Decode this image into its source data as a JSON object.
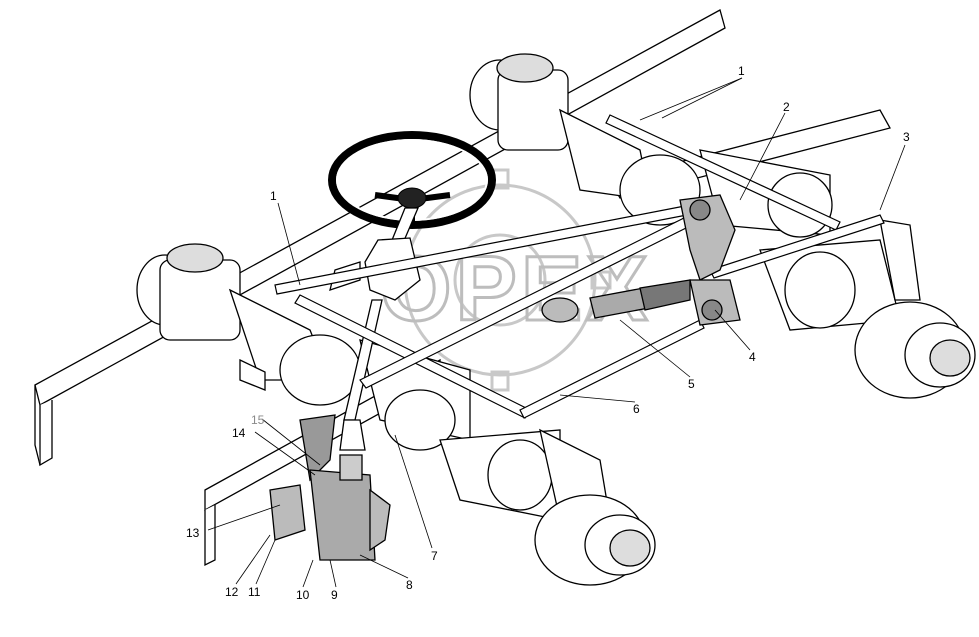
{
  "callouts": [
    {
      "id": "c1a",
      "text": "1"
    },
    {
      "id": "c1b",
      "text": "1"
    },
    {
      "id": "c2",
      "text": "2"
    },
    {
      "id": "c3",
      "text": "3"
    },
    {
      "id": "c4",
      "text": "4"
    },
    {
      "id": "c5",
      "text": "5"
    },
    {
      "id": "c6",
      "text": "6"
    },
    {
      "id": "c7",
      "text": "7"
    },
    {
      "id": "c8",
      "text": "8"
    },
    {
      "id": "c9",
      "text": "9"
    },
    {
      "id": "c10",
      "text": "10"
    },
    {
      "id": "c11",
      "text": "11"
    },
    {
      "id": "c12",
      "text": "12"
    },
    {
      "id": "c13",
      "text": "13"
    },
    {
      "id": "c14",
      "text": "14"
    },
    {
      "id": "c15",
      "text": "15"
    }
  ],
  "watermark": {
    "text": "OPEX"
  },
  "colors": {
    "line": "#000000",
    "shade": "#9a9a9a",
    "watermark": "#bdbdbd",
    "callout_gray": "#8a8a8a"
  }
}
